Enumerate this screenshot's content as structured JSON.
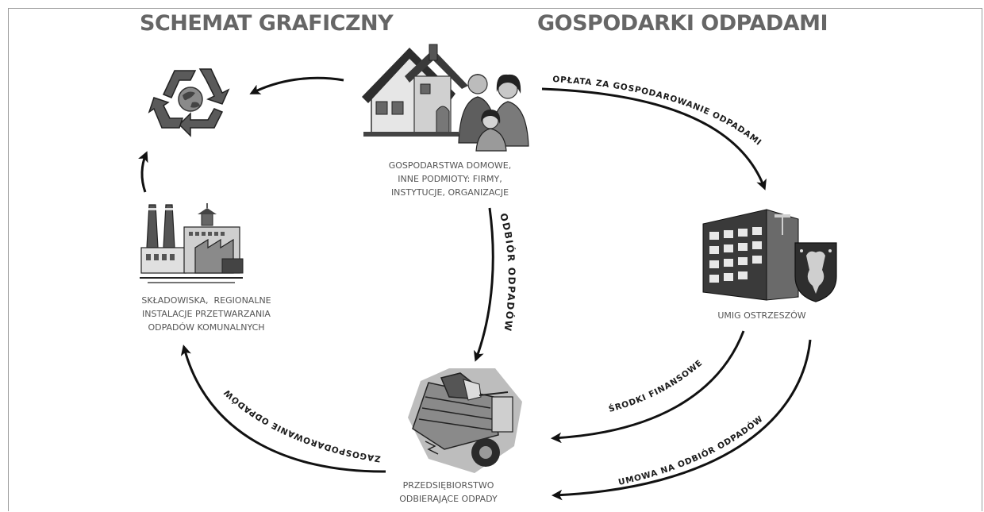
{
  "title": {
    "left": "SCHEMAT GRAFICZNY",
    "right": "GOSPODARKI ODPADAMI"
  },
  "nodes": {
    "households": {
      "icon": "house-family-icon",
      "lines": [
        "GOSPODARSTWA DOMOWE,",
        "INNE PODMIOTY: FIRMY,",
        "INSTYTUCJE, ORGANIZACJE"
      ]
    },
    "recycling": {
      "icon": "recycling-globe-icon"
    },
    "landfills": {
      "icon": "factory-icon",
      "lines": [
        "SKŁADOWISKA,  REGIONALNE",
        "INSTALACJE PRZETWARZANIA",
        "ODPADÓW KOMUNALNYCH"
      ]
    },
    "umig": {
      "icon": "office-building-icon",
      "crest_icon": "coat-of-arms-icon",
      "lines": [
        "UMIG OSTRZESZÓW"
      ]
    },
    "company": {
      "icon": "garbage-truck-icon",
      "lines": [
        "PRZEDSIĘBIORSTWO",
        "ODBIERAJĄCE ODPADY"
      ]
    }
  },
  "flows": {
    "fee": "OPŁATA ZA GOSPODAROWANIE ODPADAMI",
    "collection": "ODBIÓR ODPADÓW",
    "funds": "ŚRODKI FINANSOWE",
    "contract": "UMOWA NA ODBIÓR ODPADÓW",
    "management": "ZAGOSPODAROWANIE ODPADÓW"
  },
  "colors": {
    "title": "#666666",
    "label": "#555555",
    "arrow": "#111111"
  }
}
